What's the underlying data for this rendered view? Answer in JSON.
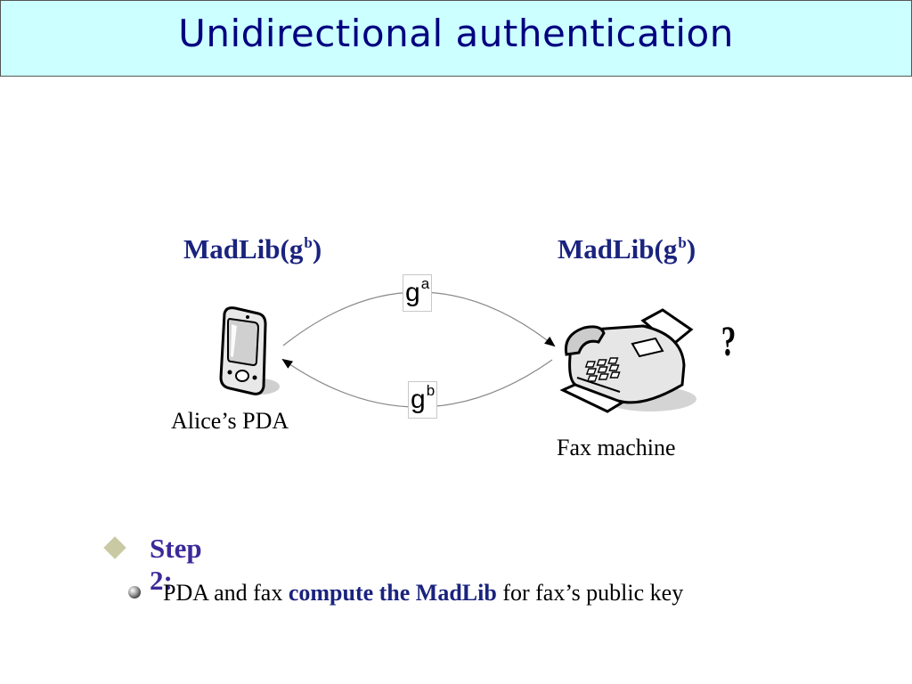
{
  "slide": {
    "title": "Unidirectional authentication"
  },
  "diagram": {
    "left_madlib": {
      "text": "MadLib(g",
      "exponent": "b",
      "close": ")"
    },
    "right_madlib": {
      "text": "MadLib(g",
      "exponent": "b",
      "close": ")"
    },
    "message_forward": {
      "base": "g",
      "exponent": "a"
    },
    "message_back": {
      "base": "g",
      "exponent": "b"
    },
    "pda_label": "Alice’s PDA",
    "fax_label": "Fax machine",
    "question_mark": "?"
  },
  "bullets": {
    "step_label": "Step 2:",
    "sub_prefix": "PDA and fax ",
    "sub_highlight": "compute the MadLib",
    "sub_suffix": " for fax’s public key"
  },
  "colors": {
    "title_bg": "#ccffff",
    "title_text": "#000080",
    "madlib_text": "#1a237e",
    "step_text": "#3b2a9a",
    "diamond": "#c9c9a3"
  },
  "icons": [
    "pda-icon",
    "fax-machine-icon",
    "arrow-icon",
    "diamond-bullet-icon",
    "sphere-bullet-icon"
  ]
}
